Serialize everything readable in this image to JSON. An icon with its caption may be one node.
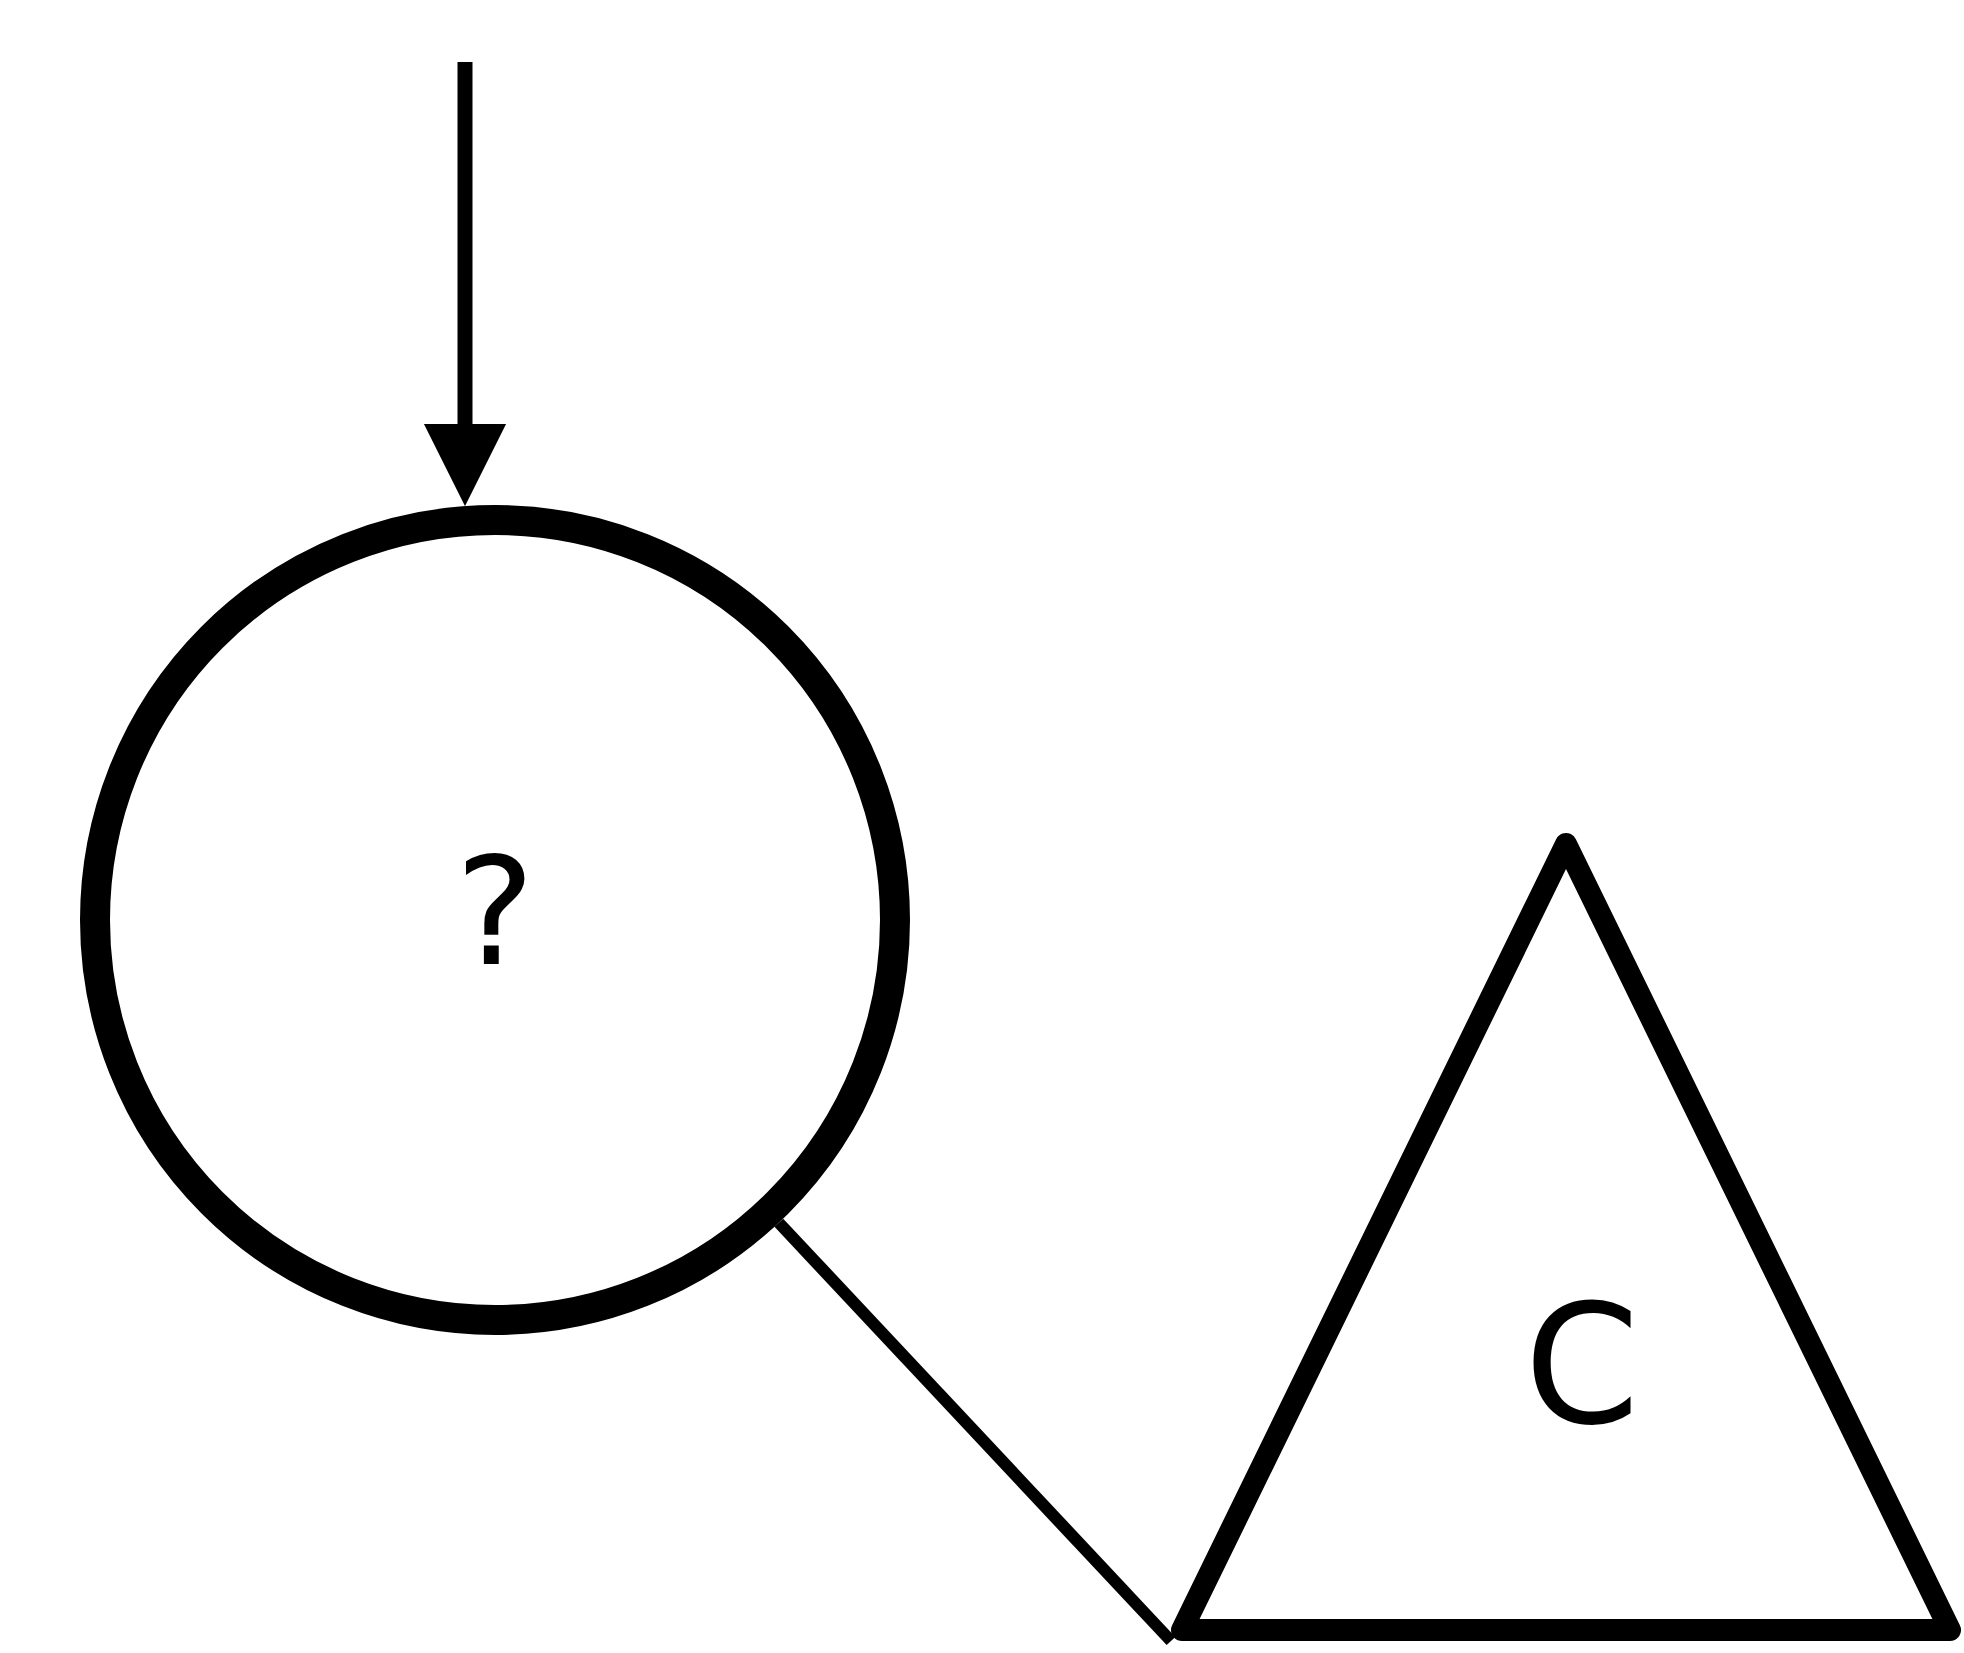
{
  "diagram": {
    "nodes": [
      {
        "text": [
          "?"
        ]
      },
      {
        "text": [
          "C"
        ]
      }
    ],
    "edges": [
      {
        "from": null,
        "to": 0,
        "arrow": "to"
      },
      {
        "from": 0,
        "to": 1,
        "arrow": "none"
      }
    ]
  }
}
